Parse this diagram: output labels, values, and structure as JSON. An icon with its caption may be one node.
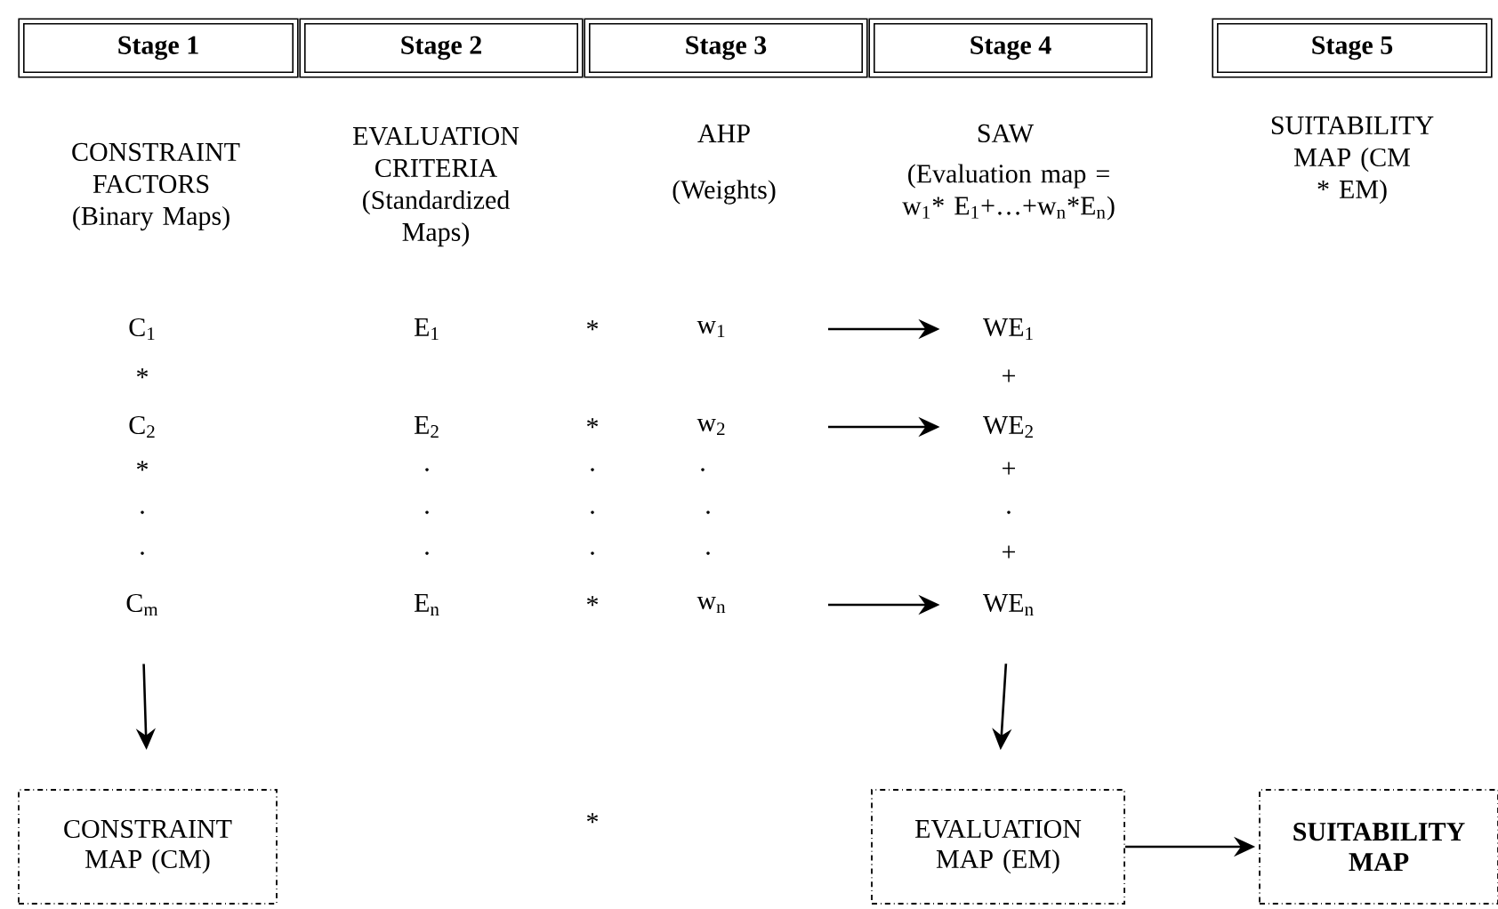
{
  "diagram": {
    "nodes": [
      {
        "text": [
          "Stage 1"
        ]
      },
      {
        "text": [
          "Stage 2"
        ]
      },
      {
        "text": [
          "Stage 3"
        ]
      },
      {
        "text": [
          "Stage 4"
        ]
      },
      {
        "text": [
          "Stage 5"
        ]
      },
      {
        "text": [
          "w$_{1}$"
        ]
      },
      {
        "text": [
          "WE$_{1}$"
        ]
      },
      {
        "text": [
          "w$_{2}$"
        ]
      },
      {
        "text": [
          "WE$_{2}$"
        ]
      },
      {
        "text": [
          "C$_{m}$"
        ]
      },
      {
        "text": [
          "w$_{n}$"
        ]
      },
      {
        "text": [
          "WE$_{n}$"
        ]
      },
      {
        "text": [
          "CONSTRAINT MAP (CM)"
        ]
      },
      {
        "text": [
          "EVALUATION MAP (EM)"
        ]
      },
      {
        "text": [
          "SUITABILITY MAP"
        ]
      }
    ],
    "edges": [
      {
        "from": 5,
        "to": 6,
        "arrow": "to"
      },
      {
        "from": 7,
        "to": 8,
        "arrow": "to"
      },
      {
        "from": 10,
        "to": 11,
        "arrow": "to"
      },
      {
        "from": 9,
        "to": 12,
        "arrow": "to"
      },
      {
        "from": 11,
        "to": 13,
        "arrow": "to"
      },
      {
        "from": 13,
        "to": 14,
        "arrow": "to"
      }
    ],
    "labels": [
      "CONSTRAINT FACTORS (Binary Maps)",
      "EVALUATION CRITERIA (Standardized Maps)",
      "AHP",
      "(Weights)",
      "SAW",
      "(Evaluation map = w$_{1}$* E$_{1}$+…+w$_{n}$*E$_{n}$)",
      "SUITABILITY MAP (CM * EM)",
      "C$_{1}$",
      "E$_{1}$",
      "*",
      "*",
      "+",
      "C$_{2}$",
      "E$_{2}$",
      "*",
      "*",
      ".",
      ".",
      ".",
      "+",
      ".",
      ".",
      ".",
      ".",
      ".",
      ".",
      ".",
      ".",
      ".",
      "+",
      "E$_{n}$",
      "*",
      "*"
    ]
  }
}
